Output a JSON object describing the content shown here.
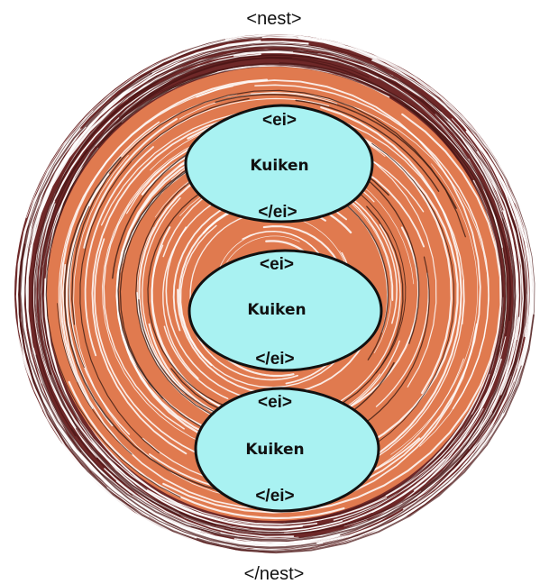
{
  "nest": {
    "open_tag": "<nest>",
    "close_tag": "</nest>"
  },
  "eggs": [
    {
      "open_tag": "<ei>",
      "content": "Kuiken",
      "close_tag": "</ei>"
    },
    {
      "open_tag": "<ei>",
      "content": "Kuiken",
      "close_tag": "</ei>"
    },
    {
      "open_tag": "<ei>",
      "content": "Kuiken",
      "close_tag": "</ei>"
    }
  ],
  "colors": {
    "nest_outer": "#6e2828",
    "nest_inner": "#e07a4f",
    "nest_stroke": "#ffffff",
    "egg_fill": "#a9f2f2",
    "egg_stroke": "#111111"
  }
}
